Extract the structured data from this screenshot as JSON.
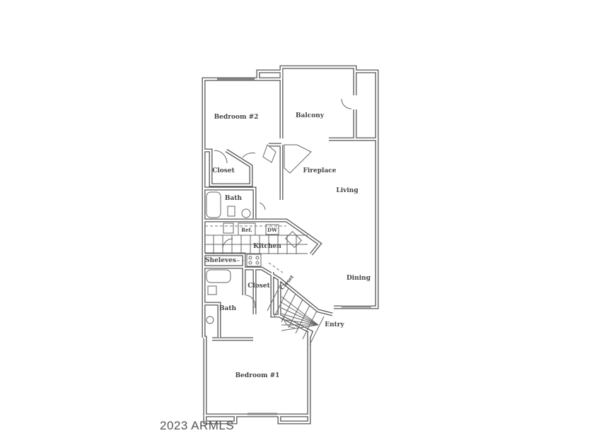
{
  "floor_plan": {
    "rooms": {
      "bedroom2": "Bedroom #2",
      "balcony": "Balcony",
      "closet_bed2": "Closet",
      "fireplace": "Fireplace",
      "living": "Living",
      "bath_upper": "Bath",
      "ref": "Ref.",
      "dw": "DW",
      "kitchen": "Kitchen",
      "shelves": "Sheleves",
      "closet_center": "Closet",
      "closet_entry": "Closet",
      "dining": "Dining",
      "bath_lower": "Bath",
      "entry": "Entry",
      "bedroom1": "Bedroom #1"
    },
    "colors": {
      "wall": "#555555",
      "background": "#ffffff",
      "label": "#444444"
    }
  },
  "watermark": "2023 ARMLS"
}
